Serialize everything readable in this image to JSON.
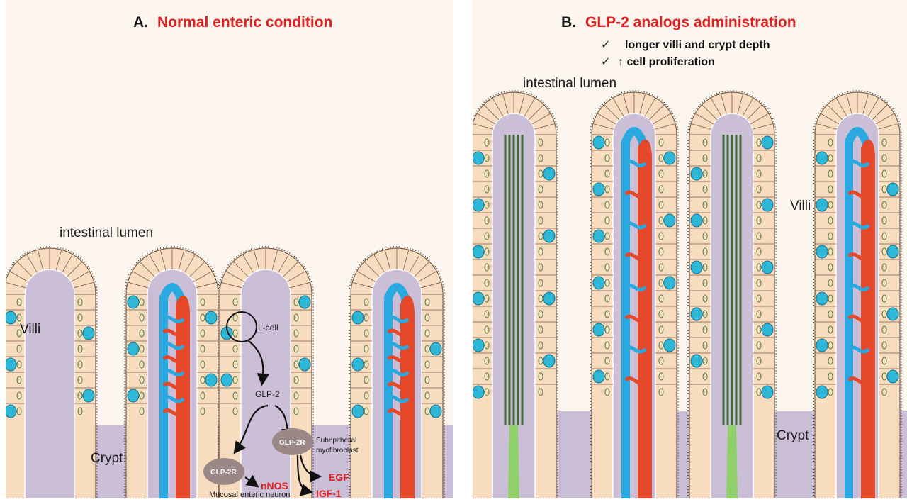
{
  "panel_a": {
    "letter": "A.",
    "title": "Normal enteric condition",
    "lumen_label": "intestinal lumen",
    "villi_label": "Villi",
    "crypt_label": "Crypt",
    "lcell_label": "L-cell",
    "glp2_label": "GLP-2",
    "receptor_left": "GLP-2R",
    "receptor_right": "GLP-2R",
    "subepithelial_line1": "Subepithelial",
    "subepithelial_line2": "myofibroblast",
    "nnos_label": "nNOS",
    "neuron_label": "Mucosal enteric neuron",
    "egf_label": "EGF",
    "igf_label": "IGF-1"
  },
  "panel_b": {
    "letter": "B.",
    "title": "GLP-2 analogs administration",
    "bullet_1": "longer villi and crypt depth",
    "bullet_2": "↑ cell proliferation",
    "check_mark": "✓",
    "lumen_label": "intestinal lumen",
    "villi_label": "Villi",
    "crypt_label": "Crypt"
  },
  "colors": {
    "background": "#fcf6ef",
    "tissue": "#cbbfd8",
    "epithelium": "#f8dcc0",
    "cell_outline": "#7a5c44",
    "goblet": "#2fb7d8",
    "artery": "#e6482a",
    "vein": "#2aa9e0",
    "lacteal": "#8fd06a",
    "title_red": "#e02020"
  }
}
